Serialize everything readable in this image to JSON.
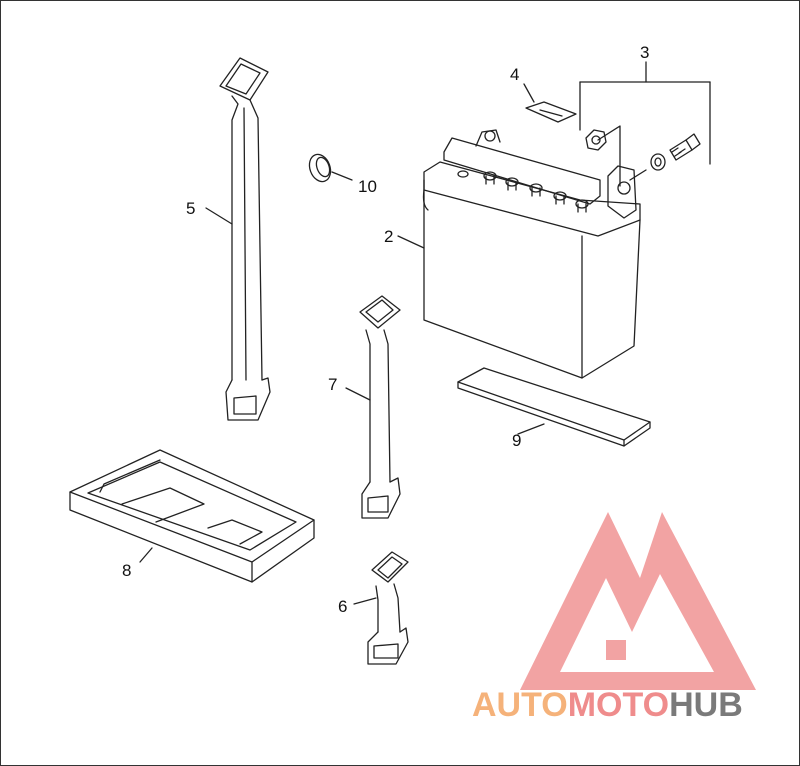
{
  "callouts": {
    "c2": "2",
    "c3": "3",
    "c4": "4",
    "c5": "5",
    "c6": "6",
    "c7": "7",
    "c8": "8",
    "c9": "9",
    "c10": "10"
  },
  "watermark": {
    "part1": "AUTO",
    "part2": "MOTO",
    "part3": "HUB",
    "colors": {
      "auto": "#f5b27a",
      "moto": "#ef8c8c",
      "hub": "#7a7a7a",
      "logo": "#f19a9a"
    }
  }
}
